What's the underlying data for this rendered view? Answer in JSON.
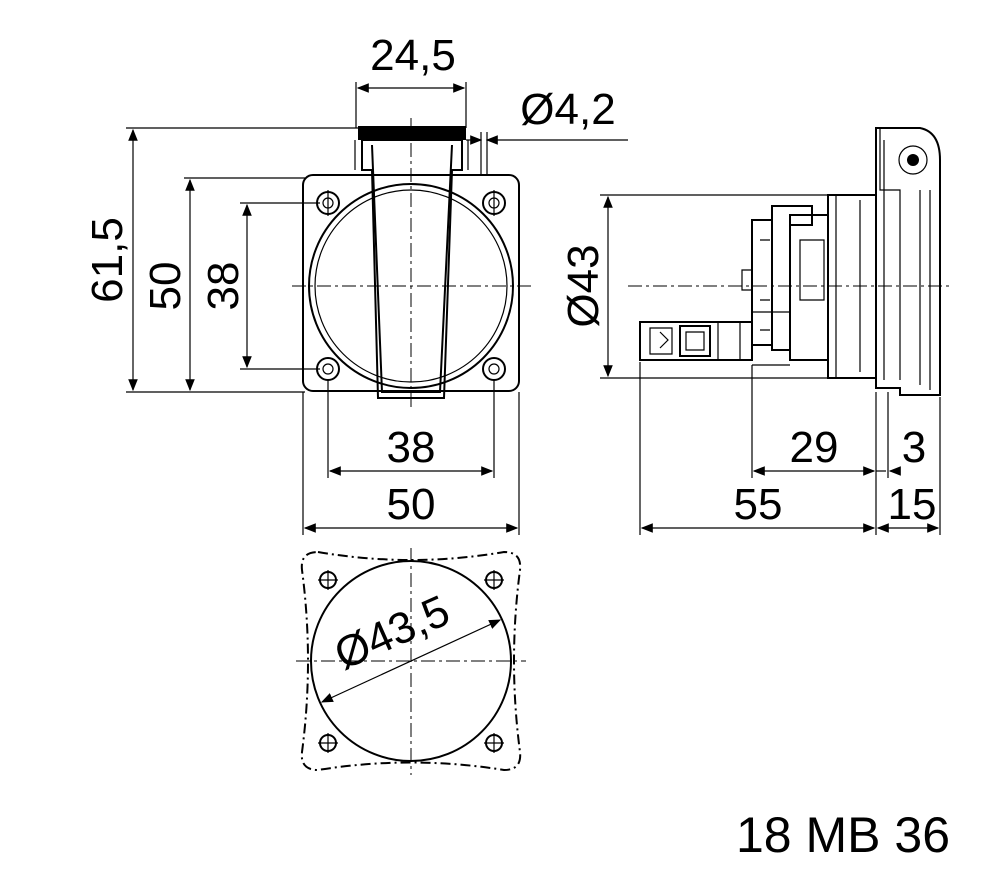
{
  "drawing": {
    "code": "18 MB 36",
    "front_view": {
      "width_top": "24,5",
      "hole_diameter": "Ø4,2",
      "height_total": "61,5",
      "height_flange": "50",
      "hole_spacing_v": "38",
      "hole_spacing_h": "38",
      "width_flange": "50"
    },
    "side_view": {
      "body_diameter": "Ø43",
      "depth_mid": "29",
      "flange_thickness": "3",
      "depth_total": "55",
      "cover_depth": "15"
    },
    "cutout_view": {
      "cutout_diameter": "Ø43,5"
    }
  }
}
